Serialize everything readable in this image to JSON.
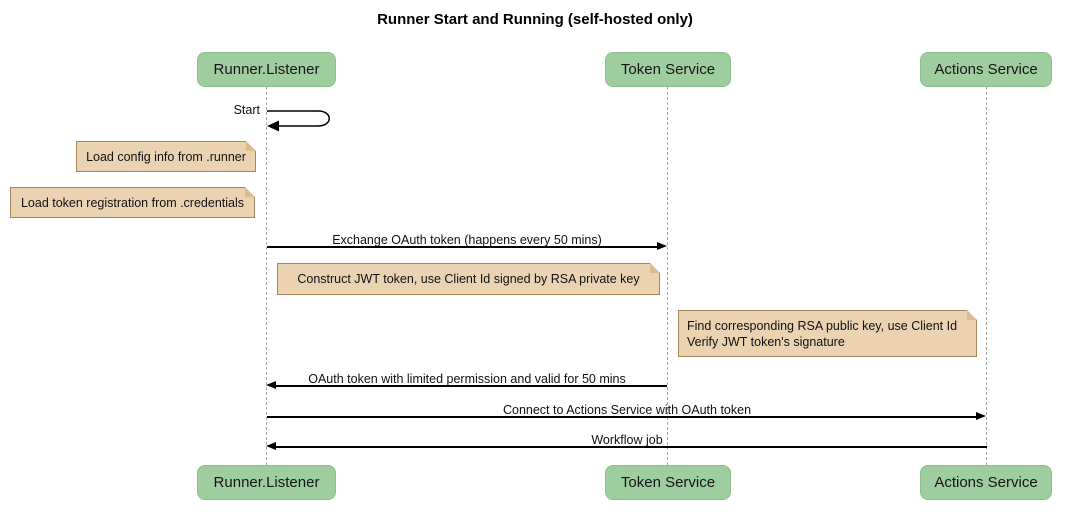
{
  "title": "Runner Start and Running (self-hosted only)",
  "participants": [
    {
      "name": "Runner.Listener"
    },
    {
      "name": "Token Service"
    },
    {
      "name": "Actions Service"
    }
  ],
  "messages": [
    {
      "label": "Start",
      "from": "Runner.Listener",
      "to": "Runner.Listener",
      "type": "self"
    },
    {
      "label": "Exchange OAuth token (happens every 50 mins)",
      "from": "Runner.Listener",
      "to": "Token Service",
      "type": "solid-arrow"
    },
    {
      "label": "OAuth token with limited permission and valid for 50 mins",
      "from": "Token Service",
      "to": "Runner.Listener",
      "type": "solid-arrow"
    },
    {
      "label": "Connect to Actions Service with OAuth token",
      "from": "Runner.Listener",
      "to": "Actions Service",
      "type": "solid-arrow"
    },
    {
      "label": "Workflow job",
      "from": "Actions Service",
      "to": "Runner.Listener",
      "type": "solid-arrow"
    }
  ],
  "notes": [
    {
      "text": "Load config info from .runner",
      "position": "left of Runner.Listener"
    },
    {
      "text": "Load token registration from .credentials",
      "position": "left of Runner.Listener"
    },
    {
      "text": "Construct JWT token, use Client Id signed by RSA private key",
      "position": "right of Runner.Listener"
    },
    {
      "lines": [
        "Find corresponding RSA public key, use Client Id",
        "Verify JWT token's signature"
      ],
      "position": "left of Actions Service"
    }
  ],
  "colors": {
    "participant_fill": "#9ECD9E",
    "note_fill": "#EBD3B2",
    "note_border": "#A8855C",
    "message_line": "#000000",
    "lifeline": "#A6A6A6",
    "background": "#FFFFFF"
  }
}
